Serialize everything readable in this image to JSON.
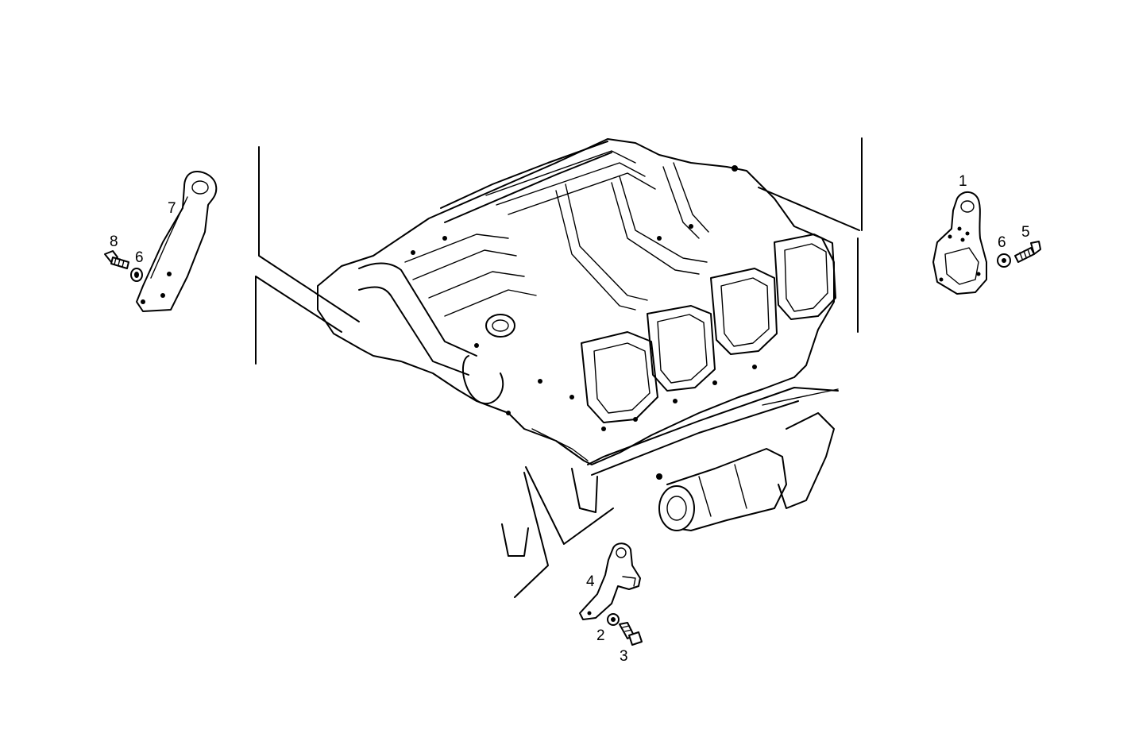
{
  "diagram": {
    "callouts": [
      {
        "id": "callout-1",
        "label": "1"
      },
      {
        "id": "callout-2",
        "label": "2"
      },
      {
        "id": "callout-3",
        "label": "3"
      },
      {
        "id": "callout-4",
        "label": "4"
      },
      {
        "id": "callout-5",
        "label": "5"
      },
      {
        "id": "callout-6-left",
        "label": "6"
      },
      {
        "id": "callout-6-right",
        "label": "6"
      },
      {
        "id": "callout-7",
        "label": "7"
      },
      {
        "id": "callout-8",
        "label": "8"
      }
    ],
    "colors": {
      "ink": "#000000",
      "paper": "#ffffff"
    }
  }
}
